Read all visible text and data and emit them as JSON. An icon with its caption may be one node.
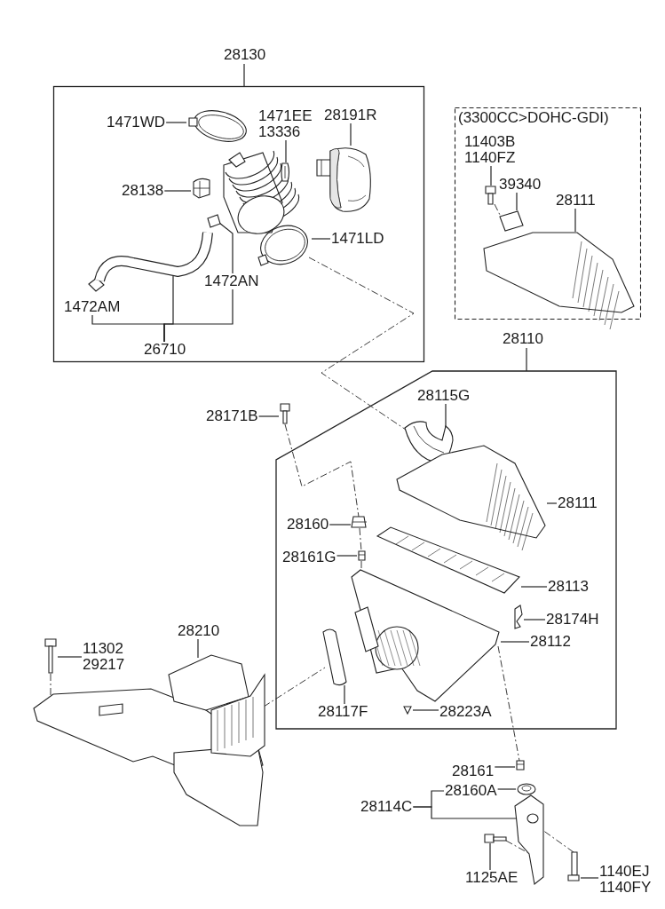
{
  "diagram": {
    "nodes": [
      {
        "text": [
          "28130"
        ]
      },
      {
        "text": [
          "1471WD"
        ],
        "in": 0
      },
      {
        "text": [
          "1471EE",
          "13336"
        ],
        "in": 0
      },
      {
        "text": [
          "28191R"
        ],
        "in": 0
      },
      {
        "text": [
          "28138"
        ],
        "in": 0
      },
      {
        "text": [
          "1471LD"
        ],
        "in": 0
      },
      {
        "text": [
          "1472AN"
        ],
        "in": 0
      },
      {
        "text": [
          "1472AM"
        ],
        "in": 0
      },
      {
        "text": [
          "26710"
        ],
        "in": 0
      },
      {
        "text": [
          "(3300CC>DOHC-GDI)"
        ]
      },
      {
        "text": [
          "11403B",
          "1140FZ"
        ],
        "in": 9
      },
      {
        "text": [
          "39340"
        ],
        "in": 9
      },
      {
        "text": [
          "28111"
        ],
        "in": 9
      },
      {
        "text": [
          "28110"
        ]
      },
      {
        "text": [
          "28115G"
        ],
        "in": 13
      },
      {
        "text": [
          "28111"
        ],
        "in": 13
      },
      {
        "text": [
          "28160"
        ],
        "in": 13
      },
      {
        "text": [
          "28161G"
        ],
        "in": 13
      },
      {
        "text": [
          "28113"
        ],
        "in": 13
      },
      {
        "text": [
          "28174H"
        ],
        "in": 13
      },
      {
        "text": [
          "28112"
        ],
        "in": 13
      },
      {
        "text": [
          "28117F"
        ],
        "in": 13
      },
      {
        "text": [
          "28223A"
        ],
        "in": 13
      },
      {
        "text": [
          "28171B"
        ]
      },
      {
        "text": [
          "11302",
          "29217"
        ]
      },
      {
        "text": [
          "28210"
        ]
      },
      {
        "text": [
          "28161"
        ]
      },
      {
        "text": [
          "28160A"
        ]
      },
      {
        "text": [
          "28114C"
        ]
      },
      {
        "text": [
          "1125AE"
        ]
      },
      {
        "text": [
          "1140EJ",
          "1140FY"
        ]
      },
      {
        "text": [],
        "shape": "picture",
        "in": 0
      },
      {
        "text": [],
        "shape": "picture",
        "in": 0
      },
      {
        "text": [],
        "shape": "picture",
        "in": 0
      },
      {
        "text": [],
        "shape": "picture",
        "in": 0
      },
      {
        "text": [],
        "shape": "picture",
        "in": 0
      },
      {
        "text": [],
        "shape": "picture",
        "in": 0
      },
      {
        "text": [],
        "shape": "picture",
        "in": 0
      },
      {
        "text": [],
        "shape": "picture",
        "in": 9
      },
      {
        "text": [],
        "shape": "picture",
        "in": 9
      },
      {
        "text": [],
        "shape": "picture",
        "in": 9
      },
      {
        "text": [],
        "shape": "picture",
        "in": 13
      },
      {
        "text": [],
        "shape": "picture",
        "in": 13
      },
      {
        "text": [],
        "shape": "picture",
        "in": 13
      },
      {
        "text": [],
        "shape": "picture",
        "in": 13
      },
      {
        "text": [],
        "shape": "picture",
        "in": 13
      },
      {
        "text": [],
        "shape": "picture",
        "in": 13
      },
      {
        "text": [],
        "shape": "picture",
        "in": 13
      },
      {
        "text": [],
        "shape": "picture",
        "in": 13
      },
      {
        "text": [],
        "shape": "picture",
        "in": 13
      },
      {
        "text": [],
        "shape": "picture"
      },
      {
        "text": [],
        "shape": "picture"
      },
      {
        "text": [],
        "shape": "picture"
      },
      {
        "text": [],
        "shape": "picture"
      },
      {
        "text": [],
        "shape": "picture"
      },
      {
        "text": [],
        "shape": "picture"
      },
      {
        "text": [],
        "shape": "picture"
      },
      {
        "text": [],
        "shape": "picture"
      }
    ],
    "edges": [
      {
        "from": 1,
        "to": 31,
        "arrow": "none"
      },
      {
        "from": 2,
        "to": 32,
        "arrow": "none"
      },
      {
        "from": 3,
        "to": 33,
        "arrow": "none"
      },
      {
        "from": 4,
        "to": 34,
        "arrow": "none"
      },
      {
        "from": 5,
        "to": 35,
        "arrow": "none"
      },
      {
        "from": 6,
        "to": 36,
        "arrow": "none"
      },
      {
        "from": 8,
        "to": 7,
        "arrow": "none"
      },
      {
        "from": 8,
        "to": 37,
        "arrow": "none"
      },
      {
        "from": 8,
        "to": 6,
        "arrow": "none"
      },
      {
        "from": 10,
        "to": 38,
        "arrow": "none"
      },
      {
        "from": 11,
        "to": 39,
        "arrow": "none"
      },
      {
        "from": 12,
        "to": 40,
        "arrow": "none"
      },
      {
        "from": 14,
        "to": 41,
        "arrow": "none"
      },
      {
        "from": 15,
        "to": 42,
        "arrow": "none"
      },
      {
        "from": 16,
        "to": 43,
        "arrow": "none"
      },
      {
        "from": 17,
        "to": 44,
        "arrow": "none"
      },
      {
        "from": 18,
        "to": 45,
        "arrow": "none"
      },
      {
        "from": 19,
        "to": 46,
        "arrow": "none"
      },
      {
        "from": 20,
        "to": 47,
        "arrow": "none"
      },
      {
        "from": 21,
        "to": 48,
        "arrow": "none"
      },
      {
        "from": 22,
        "to": 49,
        "arrow": "none"
      },
      {
        "from": 23,
        "to": 50,
        "arrow": "none"
      },
      {
        "from": 24,
        "to": 51,
        "arrow": "none"
      },
      {
        "from": 25,
        "to": 52,
        "arrow": "none"
      },
      {
        "from": 26,
        "to": 53,
        "arrow": "none"
      },
      {
        "from": 27,
        "to": 54,
        "arrow": "none"
      },
      {
        "from": 28,
        "to": 27,
        "arrow": "none"
      },
      {
        "from": 28,
        "to": 55,
        "arrow": "none"
      },
      {
        "from": 29,
        "to": 56,
        "arrow": "none"
      },
      {
        "from": 30,
        "to": 57,
        "arrow": "none"
      },
      {
        "from": 35,
        "to": 41,
        "arrow": "none",
        "style": "dashed"
      },
      {
        "from": 50,
        "to": 43,
        "arrow": "none",
        "style": "dashed"
      },
      {
        "from": 43,
        "to": 44,
        "arrow": "none",
        "style": "dashed"
      },
      {
        "from": 44,
        "to": 47,
        "arrow": "none",
        "style": "dashed"
      },
      {
        "from": 47,
        "to": 53,
        "arrow": "none",
        "style": "dashed"
      },
      {
        "from": 51,
        "to": 52,
        "arrow": "none",
        "style": "dashed"
      },
      {
        "from": 52,
        "to": 48,
        "arrow": "none",
        "style": "dashed"
      },
      {
        "from": 56,
        "to": 55,
        "arrow": "none",
        "style": "dashed"
      },
      {
        "from": 57,
        "to": 55,
        "arrow": "none",
        "style": "dashed"
      },
      {
        "from": 38,
        "to": 39,
        "arrow": "none",
        "style": "dashed"
      }
    ]
  }
}
